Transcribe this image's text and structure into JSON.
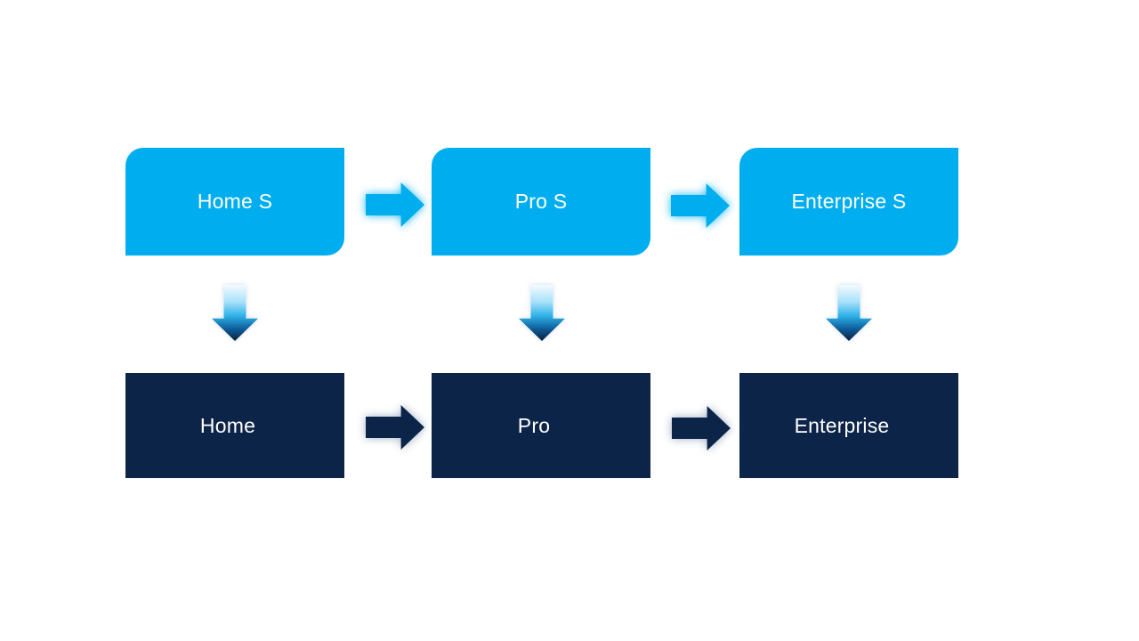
{
  "diagram": {
    "nodes": {
      "top": [
        {
          "label": "Home S"
        },
        {
          "label": "Pro S"
        },
        {
          "label": "Enterprise S"
        }
      ],
      "bottom": [
        {
          "label": "Home"
        },
        {
          "label": "Pro"
        },
        {
          "label": "Enterprise"
        }
      ]
    },
    "icons": {
      "right_arrow": "arrow-right-icon",
      "down_arrow": "arrow-down-icon"
    },
    "colors": {
      "background": "#FFFFFF",
      "light_blue": "#00AEEF",
      "dark_navy": "#0D2449",
      "label_text": "#FFFFFF",
      "down_arrow_gradient": [
        "#F4FBFE",
        "#A9E1FA",
        "#2FB3E8",
        "#0E5D9C",
        "#0A1F3C"
      ]
    }
  }
}
